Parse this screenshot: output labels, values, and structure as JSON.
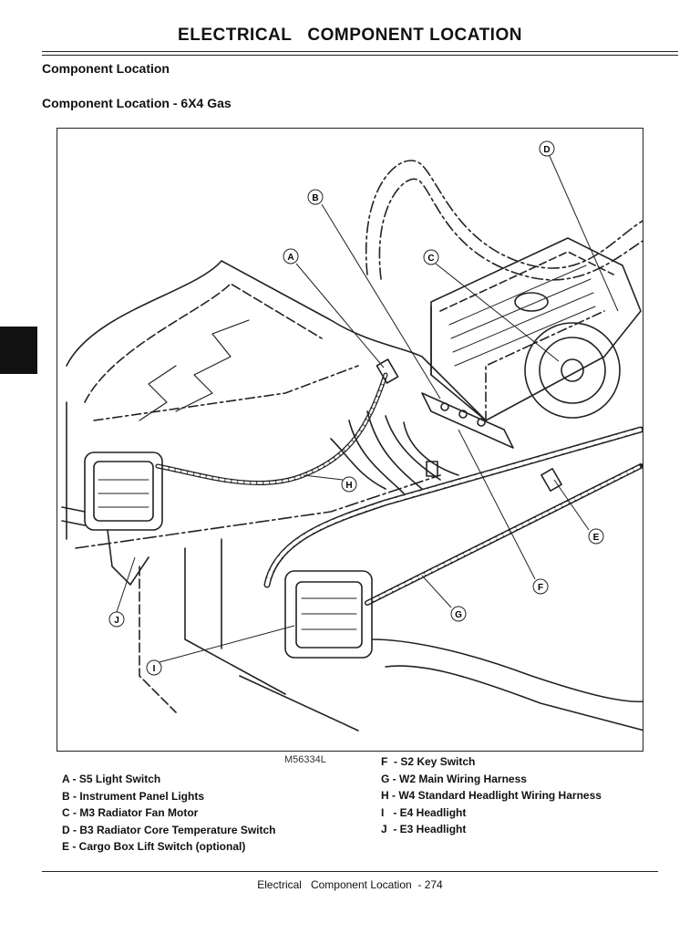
{
  "header": {
    "title": "ELECTRICAL   COMPONENT LOCATION"
  },
  "headings": {
    "section": "Component Location",
    "subsection": "Component Location - 6X4 Gas"
  },
  "figure": {
    "id": "M56334L",
    "callouts": [
      "A",
      "B",
      "C",
      "D",
      "E",
      "F",
      "G",
      "H",
      "I",
      "J"
    ]
  },
  "legend": {
    "left": [
      "A - S5 Light Switch",
      "B - Instrument Panel Lights",
      "C - M3 Radiator Fan Motor",
      "D - B3 Radiator Core Temperature Switch",
      "E - Cargo Box Lift Switch (optional)"
    ],
    "right": [
      "F  - S2 Key Switch",
      "G - W2 Main Wiring Harness",
      "H - W4 Standard Headlight Wiring Harness",
      "I   - E4 Headlight",
      "J  - E3 Headlight"
    ]
  },
  "footer": {
    "text": "Electrical   Component Location  - 274"
  }
}
